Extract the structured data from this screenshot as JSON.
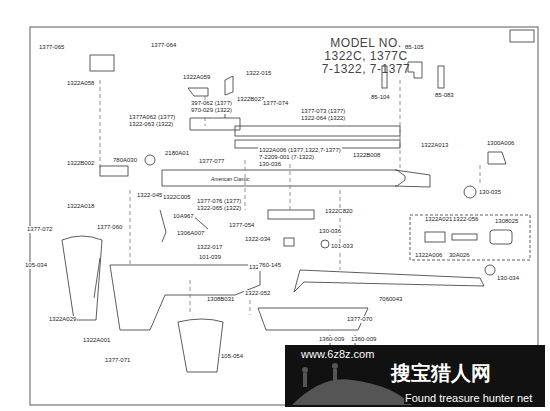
{
  "diagram": {
    "title": "MODEL NO. 1322C, 1377C 7-1322, 7-1377",
    "labels": [
      "1377-065",
      "1377-064",
      "1322A058",
      "1322A059",
      "1322-015",
      "1322B027",
      "397-062 (1377)",
      "970-029 (1322)",
      "1377A062 (1377)",
      "1322-063 (1322)",
      "1377-074",
      "1377-073 (1377)",
      "1322-064 (1322)",
      "1322A006 (1377,1322,7-1377)",
      "7-2209-001 (7-1322)",
      "130-036",
      "1322B008",
      "2180A01",
      "1377-077",
      "1322B002",
      "780A030",
      "1322-045",
      "1322C005",
      "1322A018",
      "1377-076 (1377)",
      "1322-065 (1322)",
      "10A967",
      "1306A007",
      "1377-054",
      "1377-072",
      "1377-060",
      "1322-017",
      "101-039",
      "1322-034",
      "105-034",
      "1322A044",
      "1322-052",
      "1322A029",
      "1322A001",
      "1308B031",
      "1377-071",
      "105-054",
      "1322C820",
      "760-145",
      "130-036",
      "101-033",
      "7060043",
      "1377-070",
      "1360-009",
      "1360-009",
      "85-105",
      "85-104",
      "85-083",
      "1322A013",
      "1300A006",
      "130-035",
      "1322A021",
      "1322-056",
      "1308025",
      "1322A006",
      "30A026",
      "130-034",
      "American Classic",
      "www.6z8z.com",
      "搜宝猎人网",
      "Found treasure hunter net"
    ]
  }
}
